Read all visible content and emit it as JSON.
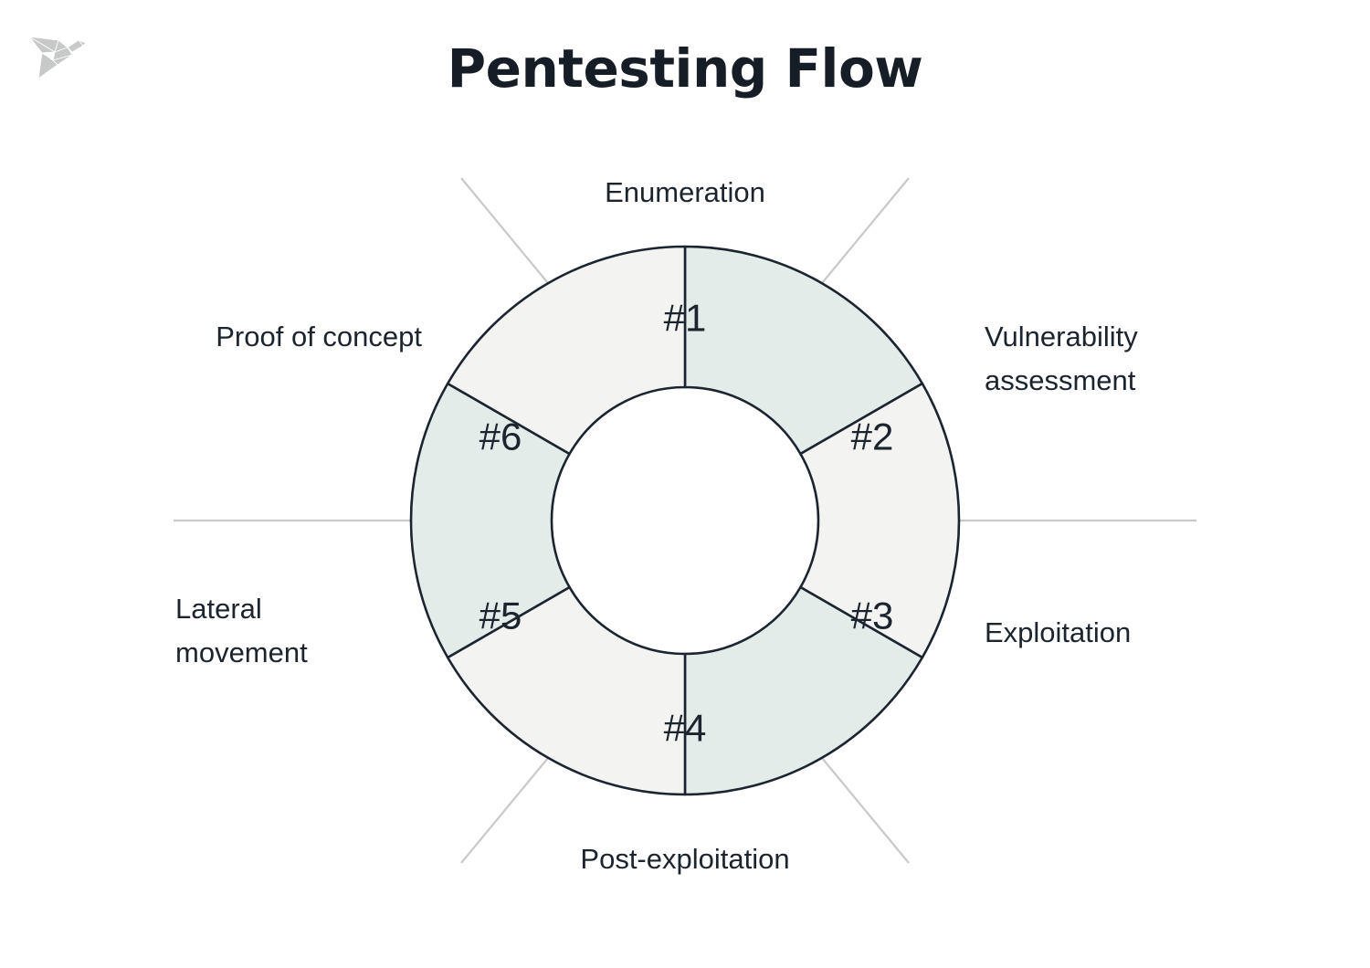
{
  "page": {
    "title": "Pentesting Flow",
    "background": "#ffffff"
  },
  "logo": {
    "name": "origami-bird-logo",
    "color": "#c6c9c8"
  },
  "colors": {
    "title_text": "#161d26",
    "label_text": "#1c242e",
    "segment_teal": "#e4ecea",
    "segment_gray": "#f3f3f2",
    "segment_stroke": "#1c2430",
    "leader_line": "#c9c9c9"
  },
  "chart_data": {
    "type": "pie",
    "title": "Pentesting Flow",
    "subtitle": "",
    "xlabel": "",
    "ylabel": "",
    "legend_position": "around-ring",
    "grid": false,
    "donut": true,
    "inner_radius": 146,
    "outer_radius": 300,
    "center": [
      750,
      570
    ],
    "start_angle_deg": -90,
    "categories": [
      "Enumeration",
      "Vulnerability assessment",
      "Exploitation",
      "Post-exploitation",
      "Lateral movement",
      "Proof of concept"
    ],
    "values": [
      1,
      1,
      1,
      1,
      1,
      1
    ],
    "slice_labels": [
      "#1",
      "#2",
      "#3",
      "#4",
      "#5",
      "#6"
    ],
    "slice_colors": [
      "#e4ecea",
      "#f3f3f2",
      "#e4ecea",
      "#f3f3f2",
      "#e4ecea",
      "#f3f3f2"
    ]
  },
  "segments": [
    {
      "id": "1",
      "number": "#1",
      "label": "Enumeration",
      "fill": "#e4ecea"
    },
    {
      "id": "2",
      "number": "#2",
      "label": "Vulnerability\nassessment",
      "fill": "#f3f3f2"
    },
    {
      "id": "3",
      "number": "#3",
      "label": "Exploitation",
      "fill": "#e4ecea"
    },
    {
      "id": "4",
      "number": "#4",
      "label": "Post-exploitation",
      "fill": "#f3f3f2"
    },
    {
      "id": "5",
      "number": "#5",
      "label": "Lateral\nmovement",
      "fill": "#e4ecea"
    },
    {
      "id": "6",
      "number": "#6",
      "label": "Proof of concept",
      "fill": "#f3f3f2"
    }
  ]
}
